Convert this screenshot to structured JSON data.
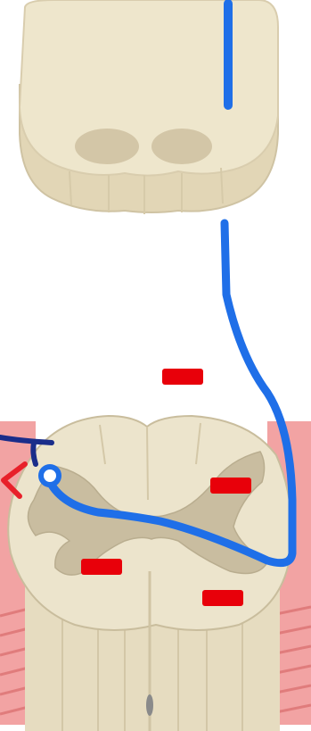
{
  "diagram": {
    "type": "neuroanatomy-pathway",
    "structures": [
      "brainstem-cross-section",
      "spinal-cord-cross-section"
    ],
    "pathway": {
      "color": "#1f6fe8",
      "description_visible": false
    },
    "dorsal_root_color": "#1a2d8a",
    "afferent_mark_color": "#e8202a",
    "marker_color": "#e8000a",
    "marker_count": 4,
    "tissue_colors": {
      "white_matter": "#ece4cc",
      "gray_matter": "#c9bda0",
      "outline": "#b9ad8f",
      "muscle": "#f2a3a3",
      "canal": "#8a8a8a"
    }
  }
}
